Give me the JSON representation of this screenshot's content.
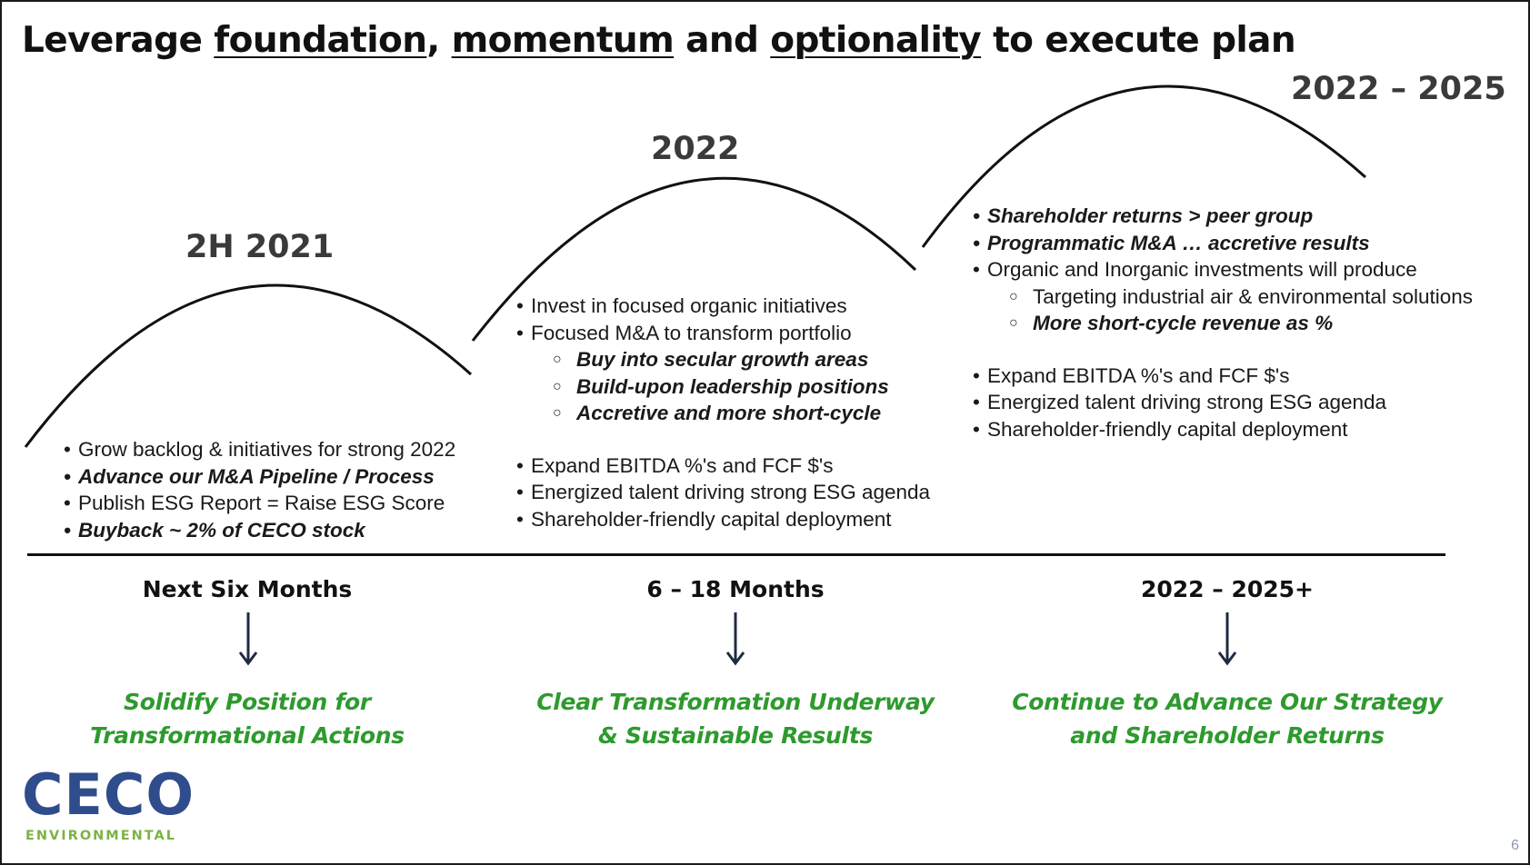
{
  "title": {
    "w1": "Leverage ",
    "w2": "foundation",
    "w3": ", ",
    "w4": "momentum",
    "w5": " and ",
    "w6": "optionality",
    "w7": " to execute plan"
  },
  "phases": [
    {
      "label": "2H 2021",
      "bullets": [
        "Grow backlog & initiatives for strong 2022",
        "Advance our M&A Pipeline / Process",
        "Publish  ESG Report = Raise ESG Score",
        "Buyback ~ 2% of CECO stock"
      ],
      "period": "Next Six Months",
      "outcome": [
        "Solidify Position for",
        "Transformational Actions"
      ]
    },
    {
      "label": "2022",
      "bullets": [
        "Invest in focused organic initiatives",
        "Focused M&A to transform portfolio",
        "Buy into secular growth areas",
        "Build-upon leadership positions",
        "Accretive and more short-cycle",
        "Expand  EBITDA  %'s and FCF $'s",
        "Energized talent driving strong ESG agenda",
        "Shareholder-friendly  capital deployment"
      ],
      "period": "6 – 18 Months",
      "outcome": [
        "Clear Transformation Underway",
        "& Sustainable Results"
      ]
    },
    {
      "label": "2022 – 2025",
      "bullets": [
        "Shareholder returns > peer group",
        "Programmatic  M&A … accretive results",
        "Organic and Inorganic  investments will produce",
        "Targeting  industrial air & environmental  solutions",
        "More short-cycle revenue as %",
        "Expand  EBITDA  %'s and FCF $'s",
        "Energized  talent driving strong ESG agenda",
        "Shareholder-friendly  capital deployment"
      ],
      "period": "2022 – 2025+",
      "outcome": [
        "Continue to Advance Our Strategy",
        "and Shareholder Returns"
      ]
    }
  ],
  "logo": {
    "name": "CECO",
    "sub": "ENVIRONMENTAL"
  },
  "page_number": "6",
  "colors": {
    "outcome_green": "#2e9a2e",
    "logo_blue": "#2f4d8c",
    "logo_green": "#7cb342",
    "arrow_navy": "#1f2a44"
  }
}
